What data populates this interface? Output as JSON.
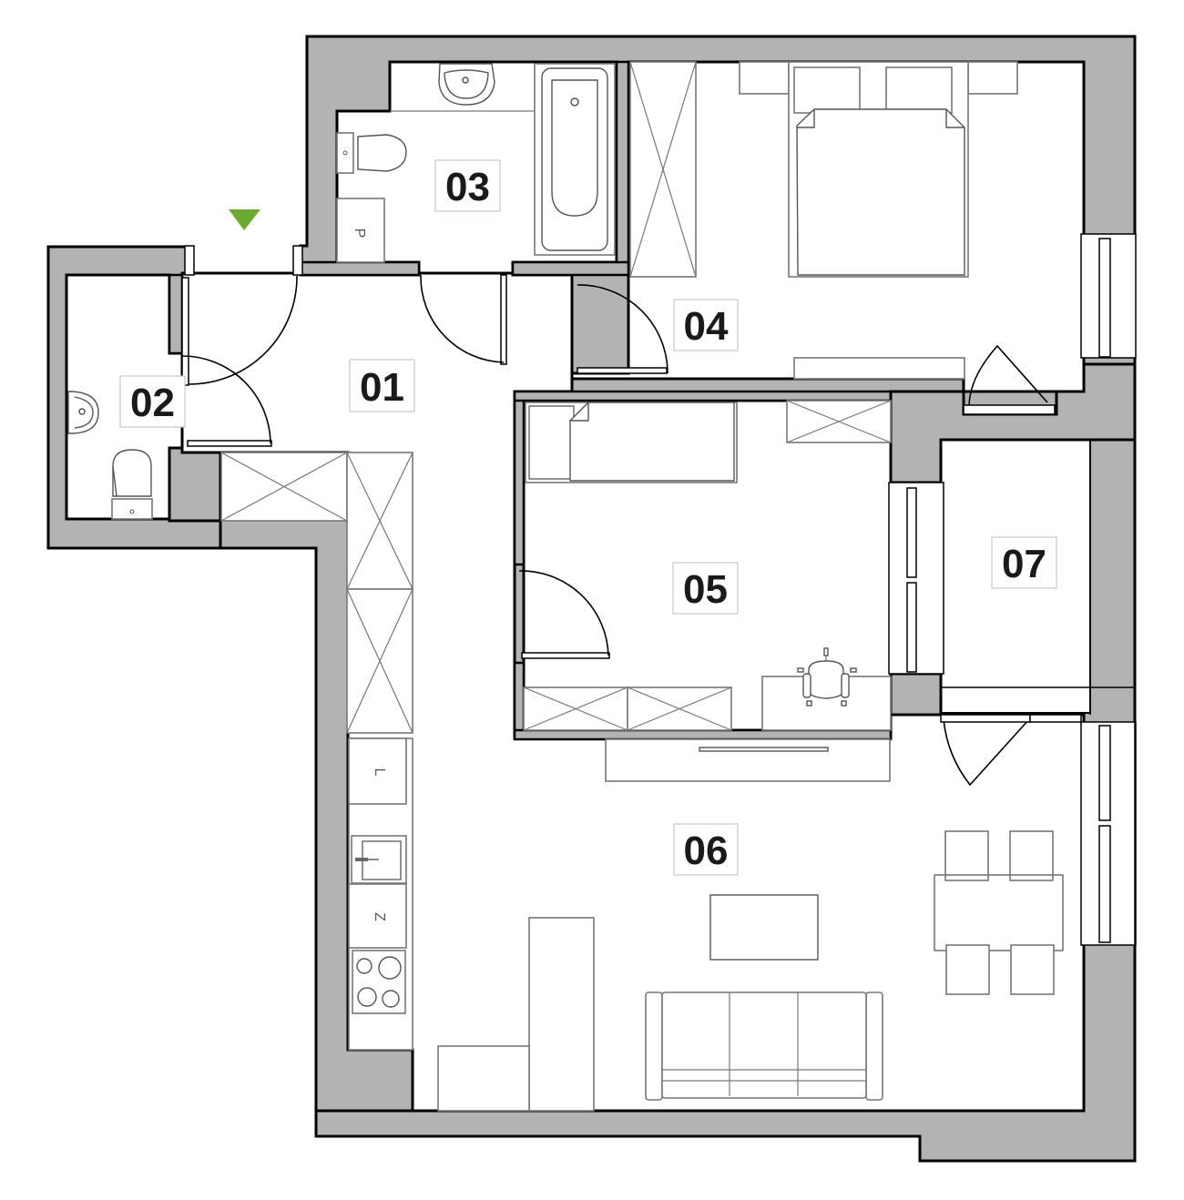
{
  "plan": {
    "type": "apartment-floor-plan",
    "entrance_marker": {
      "color": "#6aaa2e",
      "icon": "entrance-arrow-icon"
    },
    "colors": {
      "wall": "#b3b3b3",
      "outline": "#000000",
      "furniture": "#777777",
      "label": "#1a1a1a"
    },
    "rooms": [
      {
        "id": "01",
        "label": "01",
        "function": "hall"
      },
      {
        "id": "02",
        "label": "02",
        "function": "wc"
      },
      {
        "id": "03",
        "label": "03",
        "function": "bathroom"
      },
      {
        "id": "04",
        "label": "04",
        "function": "bedroom"
      },
      {
        "id": "05",
        "label": "05",
        "function": "room"
      },
      {
        "id": "06",
        "label": "06",
        "function": "living-room-with-kitchen"
      },
      {
        "id": "07",
        "label": "07",
        "function": "balcony"
      }
    ],
    "appliance_labels": {
      "bathroom_washer": "P",
      "kitchen_fridge": "L",
      "kitchen_dishwasher": "Z"
    }
  }
}
